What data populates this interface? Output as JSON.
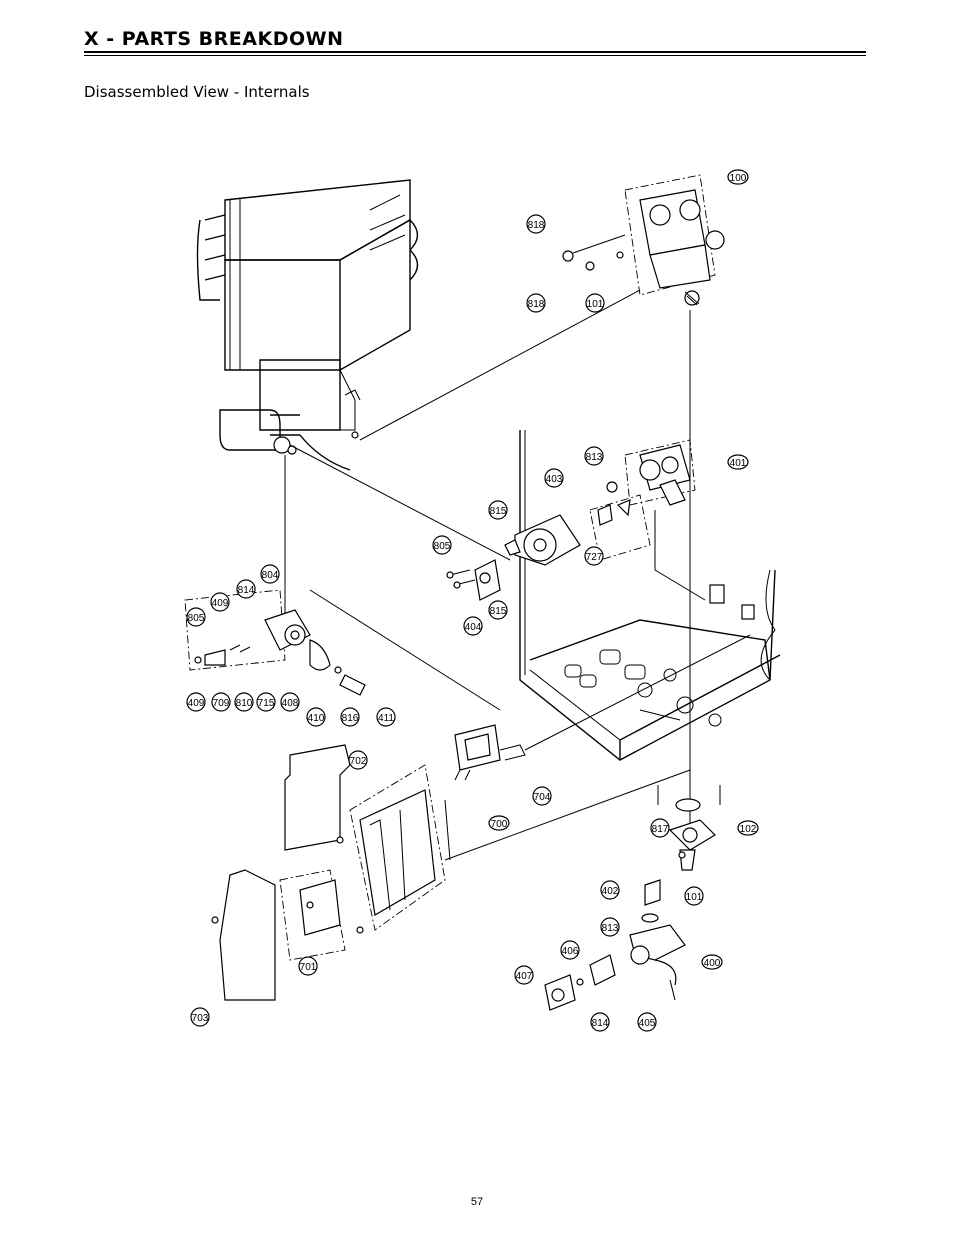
{
  "header": {
    "title": "X - PARTS BREAKDOWN",
    "subtitle": "Disassembled View - Internals"
  },
  "footer": {
    "page_number": "57"
  },
  "diagram": {
    "labels": [
      "100",
      "818",
      "818",
      "101",
      "401",
      "813",
      "403",
      "815",
      "727",
      "805",
      "404",
      "815",
      "804",
      "814",
      "409",
      "805",
      "409",
      "709",
      "810",
      "715",
      "408",
      "410",
      "816",
      "411",
      "702",
      "704",
      "700",
      "701",
      "703",
      "817",
      "102",
      "101",
      "402",
      "813",
      "400",
      "406",
      "407",
      "814",
      "405"
    ]
  }
}
